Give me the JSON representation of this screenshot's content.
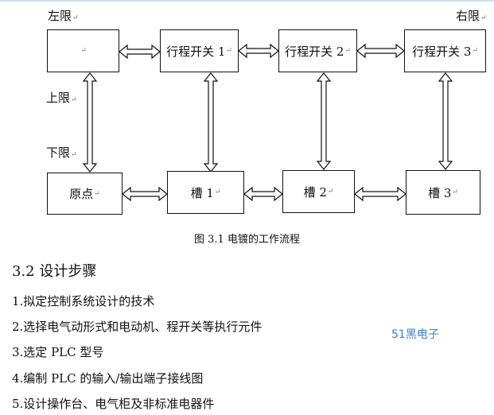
{
  "diagram": {
    "left_limit": "左限",
    "right_limit": "右限",
    "upper_limit": "上限",
    "lower_limit": "下限",
    "paragraph_mark": "↵",
    "nodes": {
      "start_box_label": "",
      "switch_1": "行程开关 1",
      "switch_2": "行程开关 2",
      "switch_3": "行程开关 3",
      "origin": "原点",
      "tank_1": "槽 1",
      "tank_2": "槽 2",
      "tank_3": "槽 3"
    }
  },
  "caption": "图 3.1 电镀的工作流程",
  "section": {
    "title": "3.2 设计步骤",
    "steps": [
      "1.拟定控制系统设计的技术",
      "2.选择电气动形式和电动机、程开关等执行元件",
      "3.选定 PLC 型号",
      "4.编制 PLC 的输入/输出端子接线图",
      "5.设计操作台、电气柜及非标准电器件"
    ]
  },
  "watermark": "51黑电子"
}
